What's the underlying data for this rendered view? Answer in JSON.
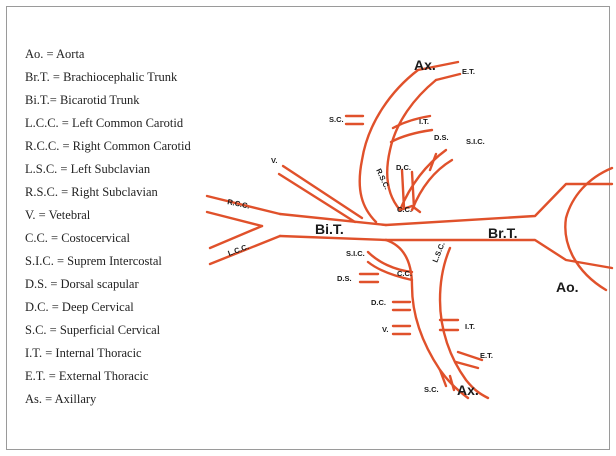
{
  "colors": {
    "artery": "#e0512b",
    "text": "#1a1a1a",
    "border": "#9a9a9a"
  },
  "legend": [
    "Ao. = Aorta",
    "Br.T. = Brachiocephalic Trunk",
    "Bi.T.= Bicarotid Trunk",
    "L.C.C. = Left Common Carotid",
    "R.C.C. = Right Common Carotid",
    "L.S.C. = Left Subclavian",
    "R.S.C. = Right Subclavian",
    "V. = Vetebral",
    "C.C. = Costocervical",
    "S.I.C. = Suprem Intercostal",
    "D.S. = Dorsal scapular",
    "D.C. = Deep Cervical",
    "S.C. = Superficial Cervical",
    "I.T. = Internal Thoracic",
    "E.T. = External Thoracic",
    "As. = Axillary"
  ],
  "labels": {
    "ao": "Ao.",
    "brt": "Br.T.",
    "bit": "Bi.T.",
    "rcc": "R.C.C.",
    "lcc": "L.C.C.",
    "v_upper": "V.",
    "rsc": "R.S.C.",
    "ax_upper": "Ax.",
    "et_upper": "E.T.",
    "it_upper": "I.T.",
    "sc_upper": "S.C.",
    "ds_upper": "D.S.",
    "sic_upper": "S.I.C.",
    "dc_upper": "D.C.",
    "cc_upper": "C.C.",
    "lsc": "L.S.C.",
    "sic_lower": "S.I.C.",
    "cc_lower": "C.C.",
    "ds_lower": "D.S.",
    "dc_lower": "D.C.",
    "v_lower": "V.",
    "it_lower": "I.T.",
    "et_lower": "E.T.",
    "sc_lower": "S.C.",
    "ax_lower": "Ax."
  }
}
